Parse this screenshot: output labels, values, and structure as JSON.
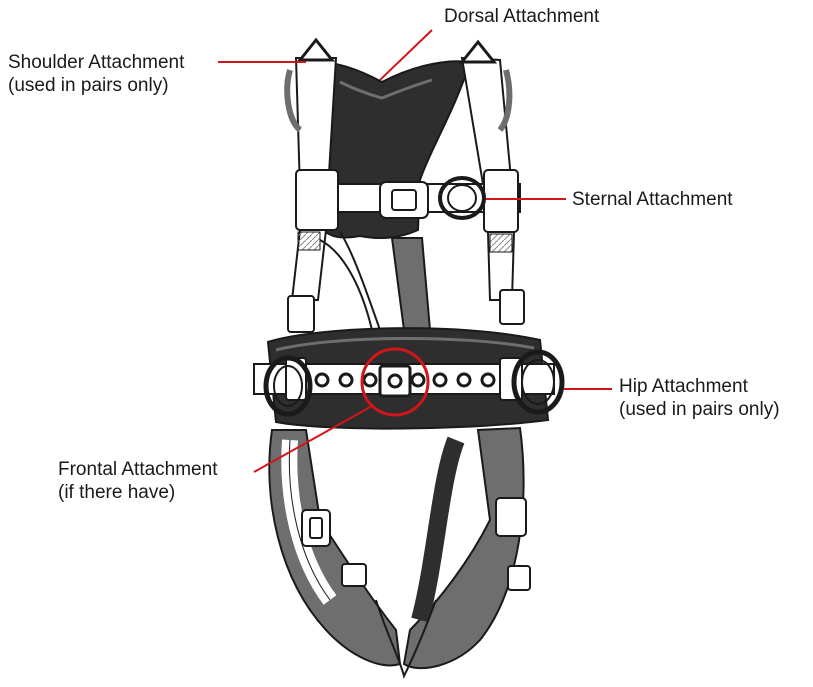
{
  "labels": {
    "dorsal": {
      "line1": "Dorsal Attachment"
    },
    "shoulder": {
      "line1": "Shoulder Attachment",
      "line2": "(used in pairs only)"
    },
    "sternal": {
      "line1": "Sternal Attachment"
    },
    "hip": {
      "line1": "Hip Attachment",
      "line2": "(used in pairs only)"
    },
    "frontal": {
      "line1": "Frontal Attachment",
      "line2": "(if there have)"
    }
  },
  "colors": {
    "leader_line": "#d0161b",
    "highlight_circle": "#d0161b",
    "webbing_dark": "#2e2e2e",
    "webbing_grey": "#6e6e6e",
    "outline": "#1a1a1a",
    "hardware_fill": "#ffffff"
  }
}
